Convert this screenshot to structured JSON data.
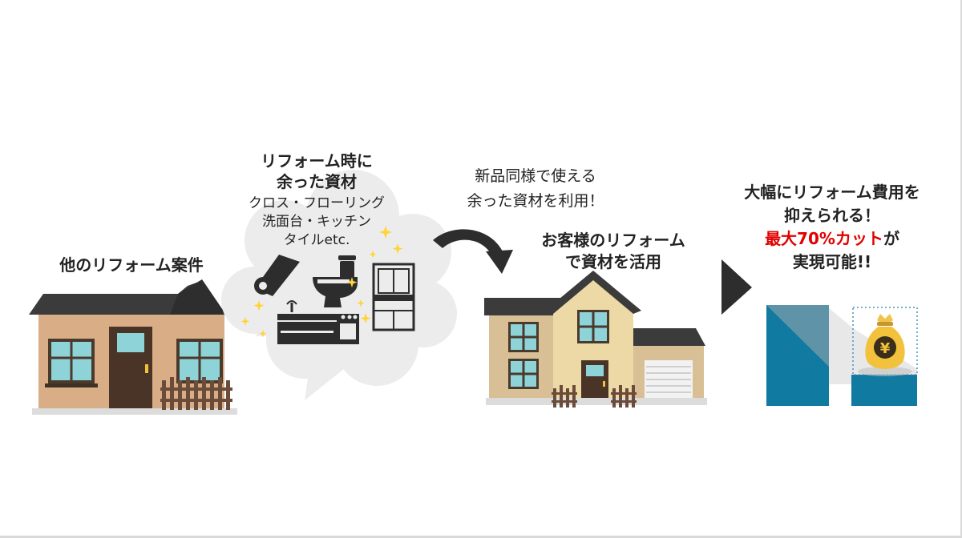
{
  "labels": {
    "other_project": "他のリフォーム案件",
    "leftover_title_1": "リフォーム時に",
    "leftover_title_2": "余った資材",
    "leftover_items_1": "クロス・フローリング",
    "leftover_items_2": "洗面台・キッチン",
    "leftover_items_3": "タイルetc.",
    "reuse_1": "新品同様で使える",
    "reuse_2": "余った資材を利用！",
    "customer_1": "お客様のリフォーム",
    "customer_2": "で資材を活用",
    "result_1": "大幅にリフォーム費用を",
    "result_2": "抑えられる！",
    "result_3_red": "最大70%カット",
    "result_3_tail": "が",
    "result_4": "実現可能!!"
  },
  "money_bag_symbol": "¥",
  "colors": {
    "accent_red": "#e00000",
    "house_left_wall": "#d9ae86",
    "house_right_wall": "#ecd9a6",
    "roof": "#3b3b3b",
    "bar_blue": "#117aa0",
    "cloud": "#ececec"
  },
  "icons": [
    "wallpaper-roll-icon",
    "toilet-icon",
    "vanity-icon",
    "kitchen-icon",
    "sparkle-icon",
    "curved-arrow-icon",
    "play-arrow-icon",
    "money-bag-icon"
  ]
}
